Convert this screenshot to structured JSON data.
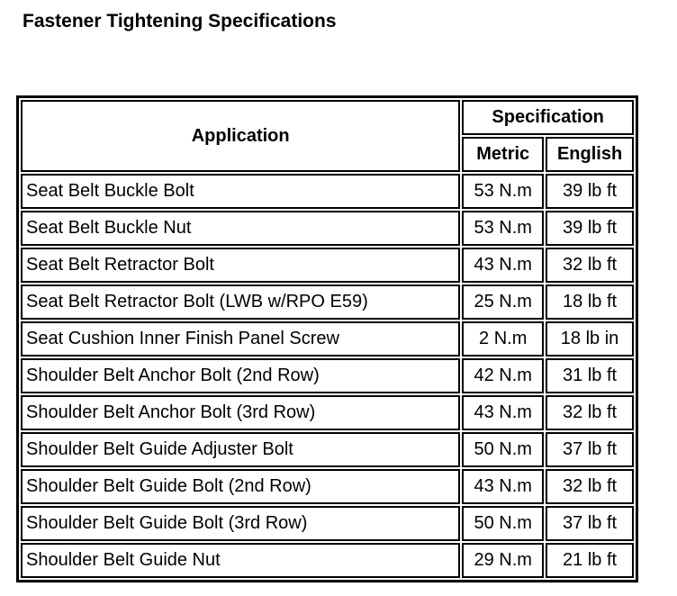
{
  "page": {
    "title": "Fastener Tightening Specifications"
  },
  "colors": {
    "text": "#000000",
    "background": "#ffffff",
    "border": "#000000"
  },
  "table": {
    "header": {
      "application": "Application",
      "specification": "Specification",
      "metric": "Metric",
      "english": "English"
    },
    "rows": [
      {
        "application": "Seat Belt Buckle Bolt",
        "metric": "53 N.m",
        "english": "39 lb ft"
      },
      {
        "application": "Seat Belt Buckle Nut",
        "metric": "53 N.m",
        "english": "39 lb ft"
      },
      {
        "application": "Seat Belt Retractor Bolt",
        "metric": "43 N.m",
        "english": "32 lb ft"
      },
      {
        "application": "Seat Belt Retractor Bolt (LWB w/RPO E59)",
        "metric": "25 N.m",
        "english": "18 lb ft"
      },
      {
        "application": "Seat Cushion Inner Finish Panel Screw",
        "metric": "2 N.m",
        "english": "18 lb in"
      },
      {
        "application": "Shoulder Belt Anchor Bolt (2nd Row)",
        "metric": "42 N.m",
        "english": "31 lb ft"
      },
      {
        "application": "Shoulder Belt Anchor Bolt (3rd Row)",
        "metric": "43 N.m",
        "english": "32 lb ft"
      },
      {
        "application": "Shoulder Belt Guide Adjuster Bolt",
        "metric": "50 N.m",
        "english": "37 lb ft"
      },
      {
        "application": "Shoulder Belt Guide Bolt (2nd Row)",
        "metric": "43 N.m",
        "english": "32 lb ft"
      },
      {
        "application": "Shoulder Belt Guide Bolt (3rd Row)",
        "metric": "50 N.m",
        "english": "37 lb ft"
      },
      {
        "application": "Shoulder Belt Guide Nut",
        "metric": "29 N.m",
        "english": "21 lb ft"
      }
    ]
  }
}
